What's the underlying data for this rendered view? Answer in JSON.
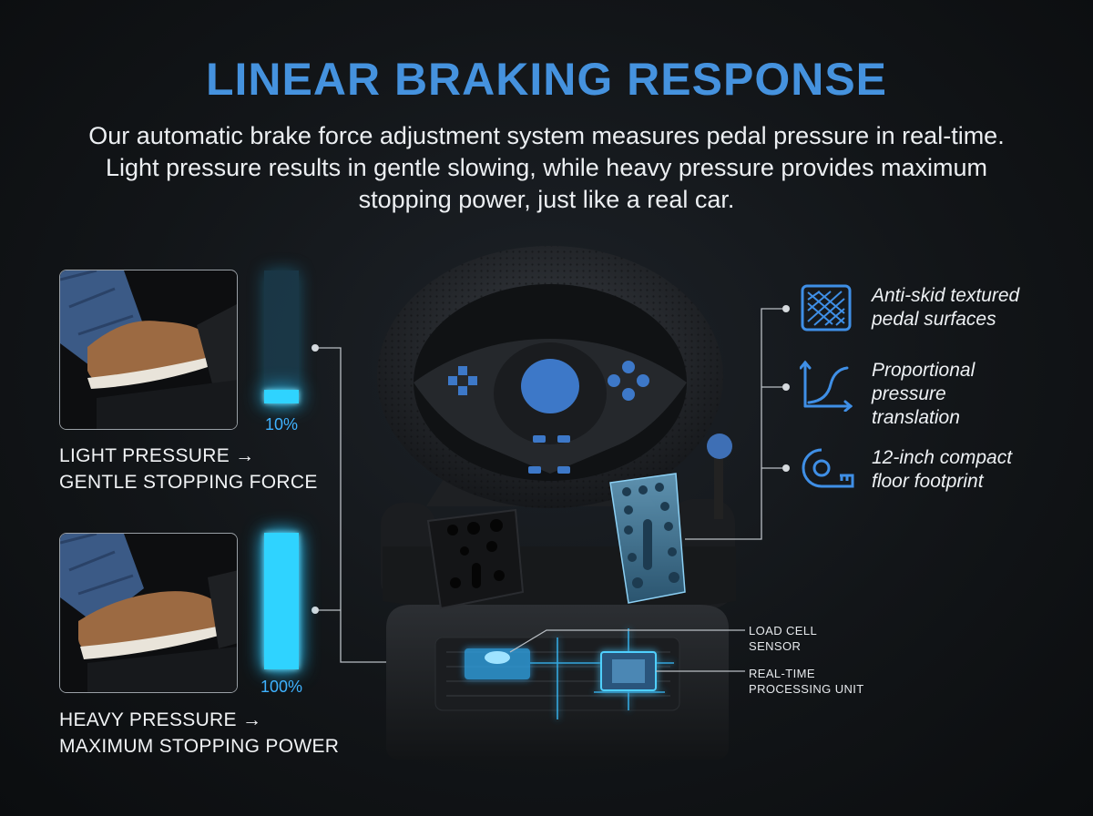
{
  "header": {
    "title": "LINEAR BRAKING RESPONSE",
    "description": "Our automatic brake force adjustment system measures pedal pressure in real-time. Light pressure results in gentle slowing, while heavy pressure provides maximum stopping power, just like a real car."
  },
  "pressure_levels": [
    {
      "percent_label": "10%",
      "fill_fraction": 0.1,
      "caption_line1": "LIGHT PRESSURE →",
      "caption_line2": "GENTLE STOPPING FORCE"
    },
    {
      "percent_label": "100%",
      "fill_fraction": 1.0,
      "caption_line1": "HEAVY PRESSURE →",
      "caption_line2": "MAXIMUM STOPPING POWER"
    }
  ],
  "features": [
    {
      "icon": "textured-surface-icon",
      "line1": "Anti-skid textured",
      "line2": "pedal surfaces"
    },
    {
      "icon": "curve-graph-icon",
      "line1": "Proportional",
      "line2": "pressure",
      "line3": "translation"
    },
    {
      "icon": "tape-measure-icon",
      "line1": "12-inch compact",
      "line2": "floor footprint"
    }
  ],
  "callouts": {
    "sensor_line1": "LOAD CELL",
    "sensor_line2": "SENSOR",
    "processor_line1": "REAL-TIME",
    "processor_line2": "PROCESSING UNIT"
  },
  "colors": {
    "title_blue": "#4592de",
    "meter_cyan": "#2fd3ff",
    "icon_blue": "#3f8fe6"
  }
}
